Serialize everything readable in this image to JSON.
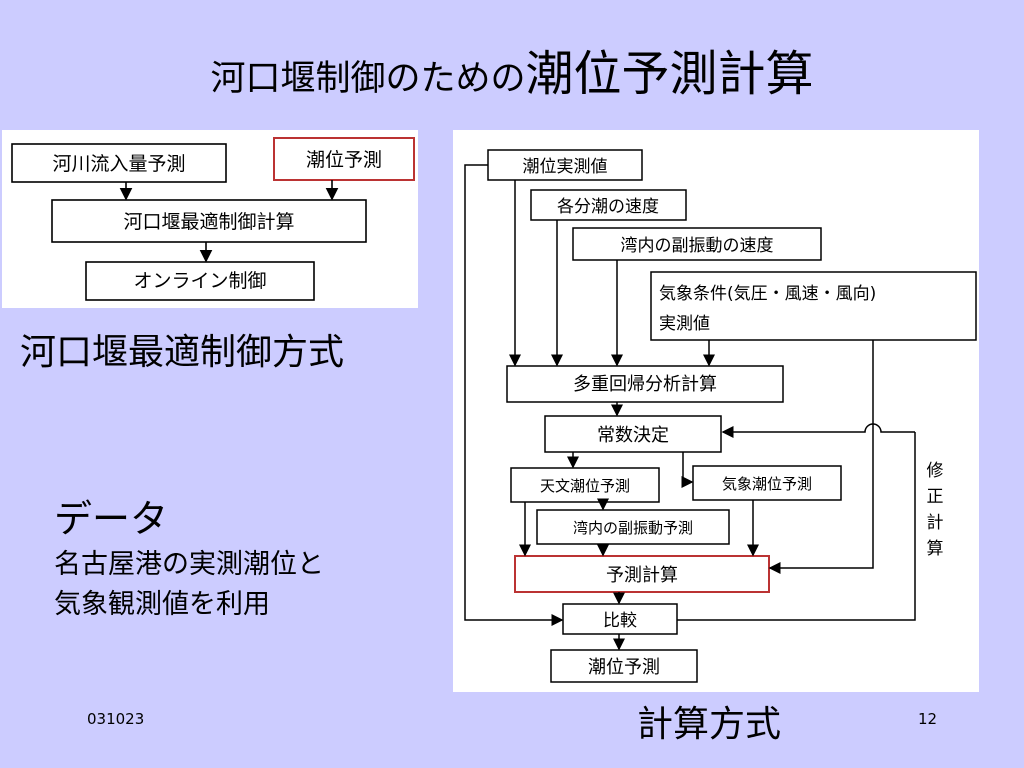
{
  "slide": {
    "title_part1": "河口堰制御のための",
    "title_part2": "潮位予測計算",
    "left_caption": "河口堰最適制御方式",
    "right_caption": "計算方式",
    "data_heading": "データ",
    "data_line1": "名古屋港の実測潮位と",
    "data_line2": "気象観測値を利用",
    "footer_date": "031023",
    "footer_page": "12"
  },
  "left_diagram": {
    "river_inflow": "河川流入量予測",
    "tide_prediction": "潮位予測",
    "optimal_control": "河口堰最適制御計算",
    "online_control": "オンライン制御"
  },
  "right_diagram": {
    "tide_measured": "潮位実測値",
    "tidal_speed": "各分潮の速度",
    "bay_oscillation_speed": "湾内の副振動の速度",
    "weather_line1": "気象条件(気圧・風速・風向)",
    "weather_line2": "実測値",
    "regression": "多重回帰分析計算",
    "constants": "常数決定",
    "astronomical": "天文潮位予測",
    "meteorological": "気象潮位予測",
    "bay_oscillation_pred": "湾内の副振動予測",
    "prediction_calc": "予測計算",
    "comparison": "比較",
    "final_tide": "潮位予測",
    "correction_calc": "修正計算"
  }
}
